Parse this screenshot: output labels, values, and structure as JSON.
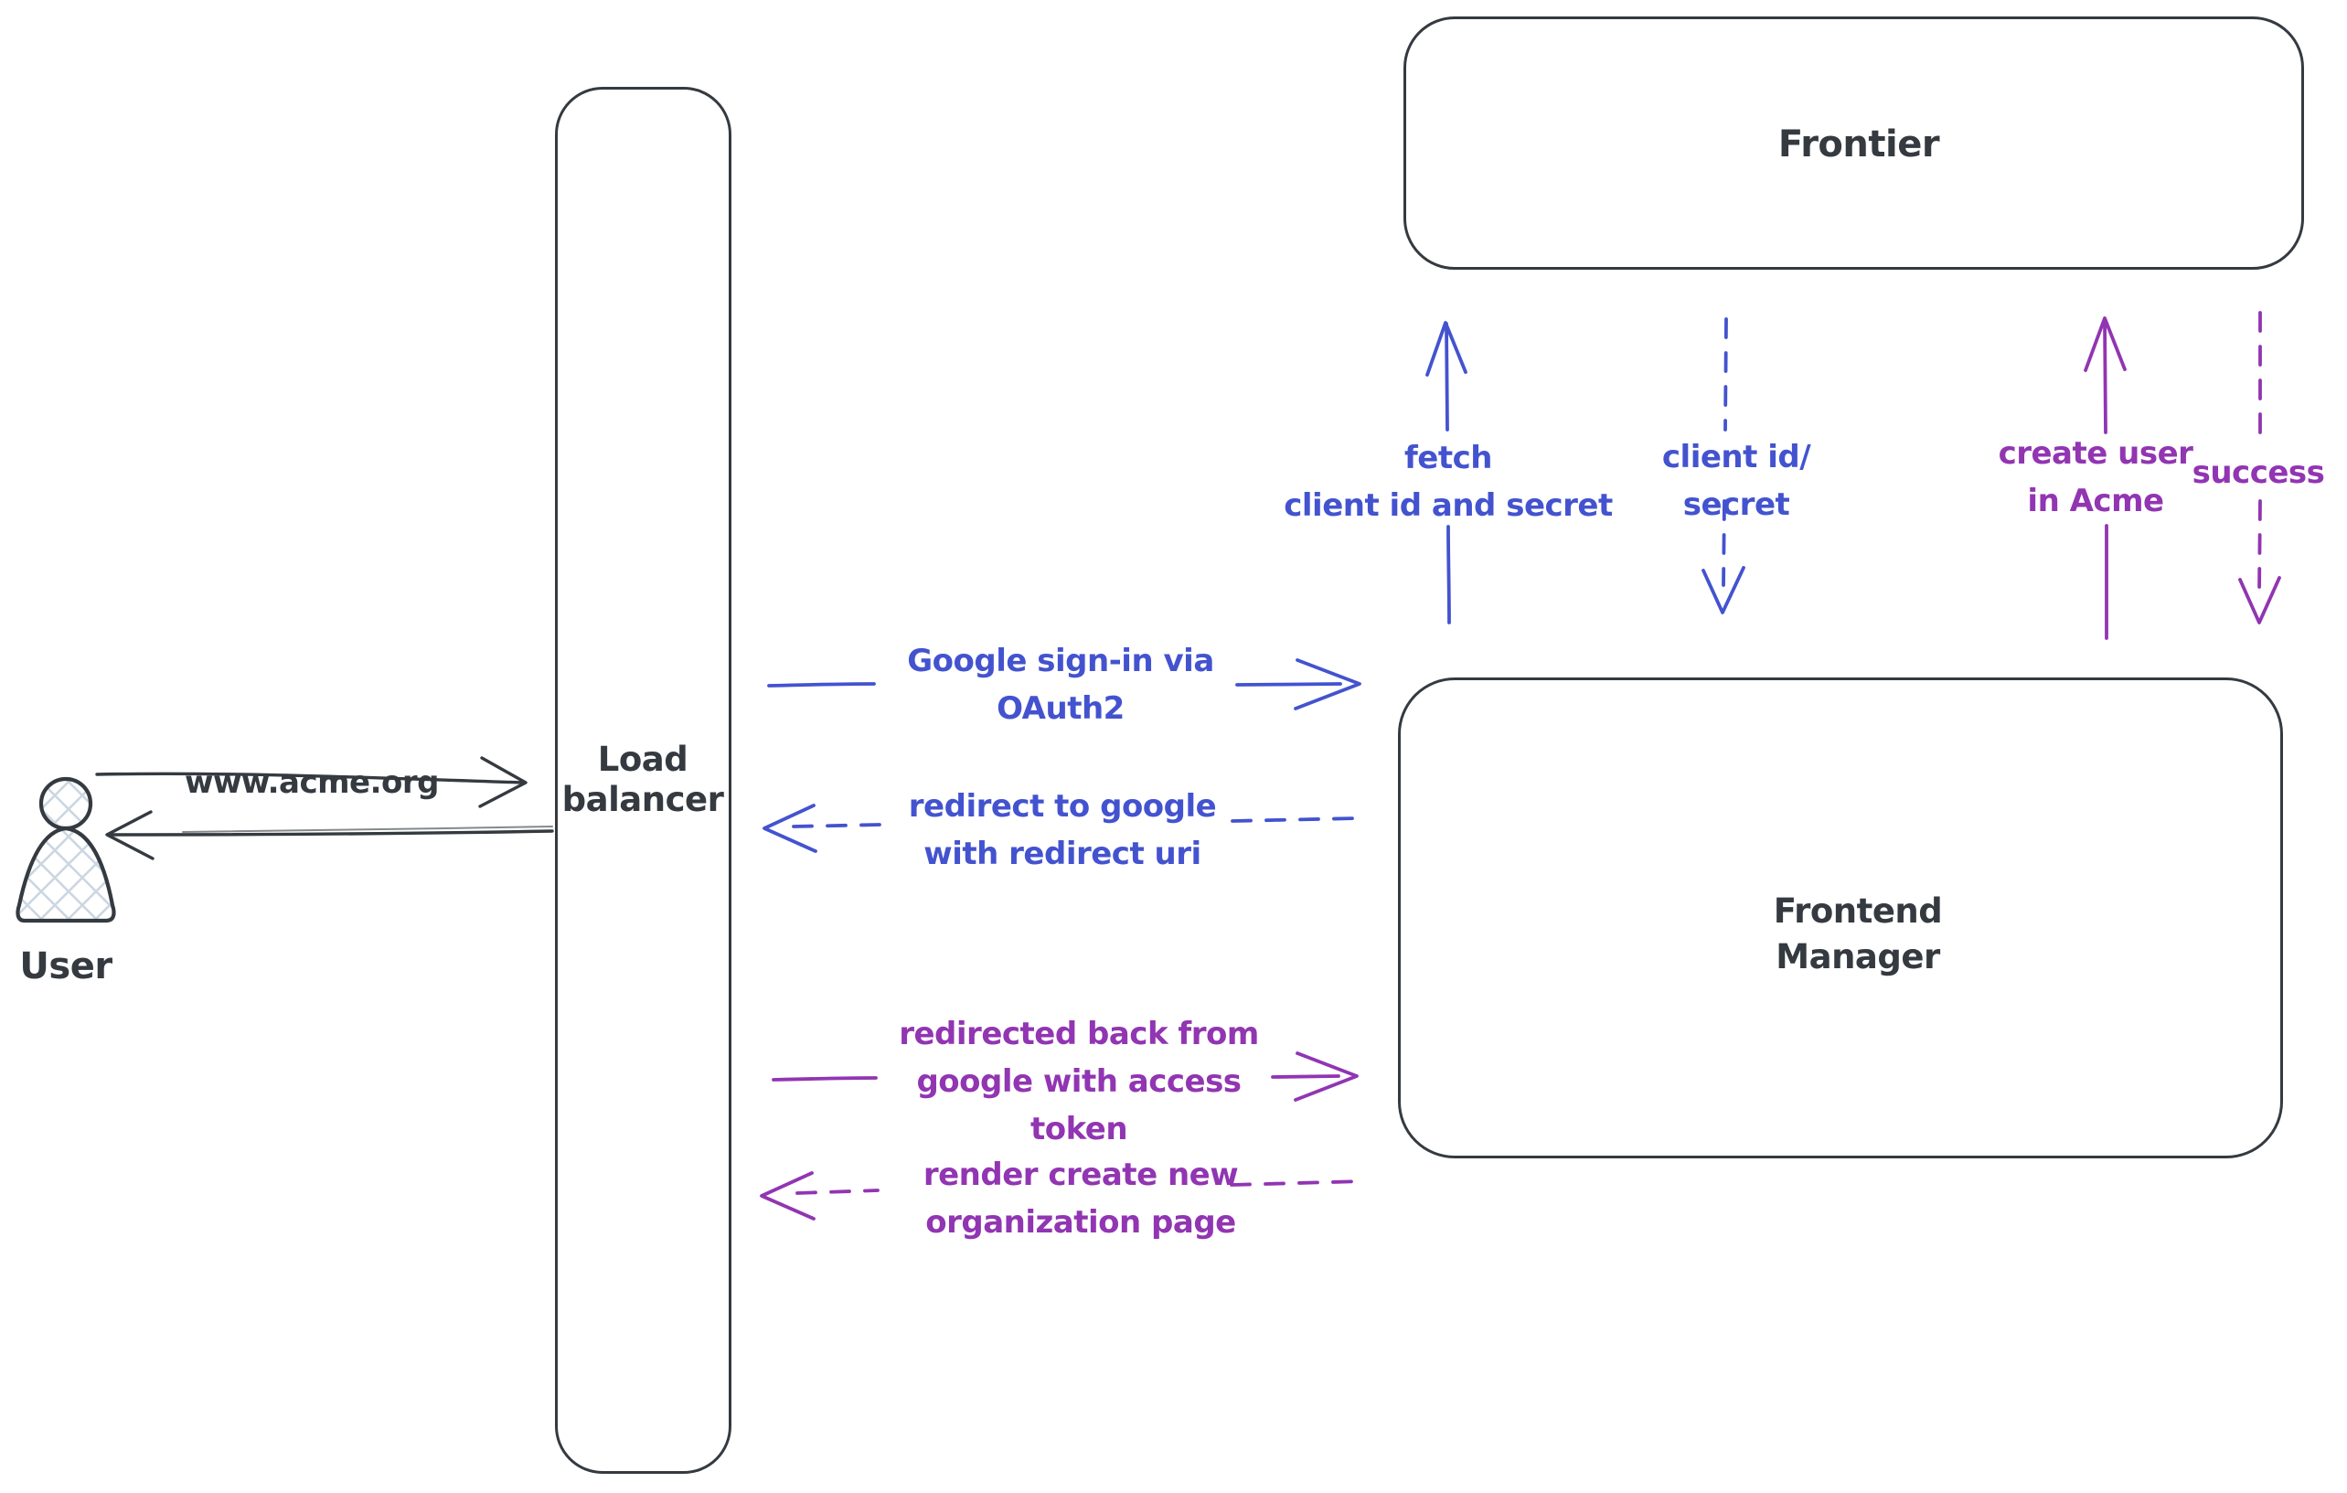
{
  "colors": {
    "dark": "#343a40",
    "blue": "#4353cf",
    "purple": "#9135b2",
    "hatch": "#ccd7e2",
    "background": "#ffffff"
  },
  "nodes": {
    "user": {
      "label": "User"
    },
    "load_balancer": {
      "lines": [
        "Load",
        "balancer"
      ]
    },
    "frontier": {
      "label": "Frontier"
    },
    "frontend_manager": {
      "lines": [
        "Frontend",
        "Manager"
      ]
    }
  },
  "edges": {
    "user_request": {
      "label": "www.acme.org",
      "style": "solid",
      "color": "dark",
      "from": "user",
      "to": "load_balancer"
    },
    "lb_response": {
      "label": "",
      "style": "solid",
      "color": "dark",
      "from": "load_balancer",
      "to": "user"
    },
    "google_signin": {
      "lines": [
        "Google sign-in via",
        "OAuth2"
      ],
      "style": "solid",
      "color": "blue",
      "from": "load_balancer",
      "to": "frontend_manager"
    },
    "redirect_google": {
      "lines": [
        "redirect to google",
        "with redirect uri"
      ],
      "style": "dashed",
      "color": "blue",
      "from": "frontend_manager",
      "to": "load_balancer"
    },
    "redirected_back": {
      "lines": [
        "redirected back from",
        "google with access",
        "token"
      ],
      "style": "solid",
      "color": "purple",
      "from": "load_balancer",
      "to": "frontend_manager"
    },
    "render_org_page": {
      "lines": [
        "render create new",
        "organization page"
      ],
      "style": "dashed",
      "color": "purple",
      "from": "frontend_manager",
      "to": "load_balancer"
    },
    "fetch_client": {
      "lines": [
        "fetch",
        "client id and secret"
      ],
      "style": "solid",
      "color": "blue",
      "from": "frontend_manager",
      "to": "frontier"
    },
    "client_id_secret": {
      "lines": [
        "client id/",
        "secret"
      ],
      "style": "dashed",
      "color": "blue",
      "from": "frontier",
      "to": "frontend_manager"
    },
    "create_user": {
      "lines": [
        "create user",
        "in Acme"
      ],
      "style": "solid",
      "color": "purple",
      "from": "frontend_manager",
      "to": "frontier"
    },
    "success": {
      "label": "success",
      "style": "dashed",
      "color": "purple",
      "from": "frontier",
      "to": "frontend_manager"
    }
  }
}
